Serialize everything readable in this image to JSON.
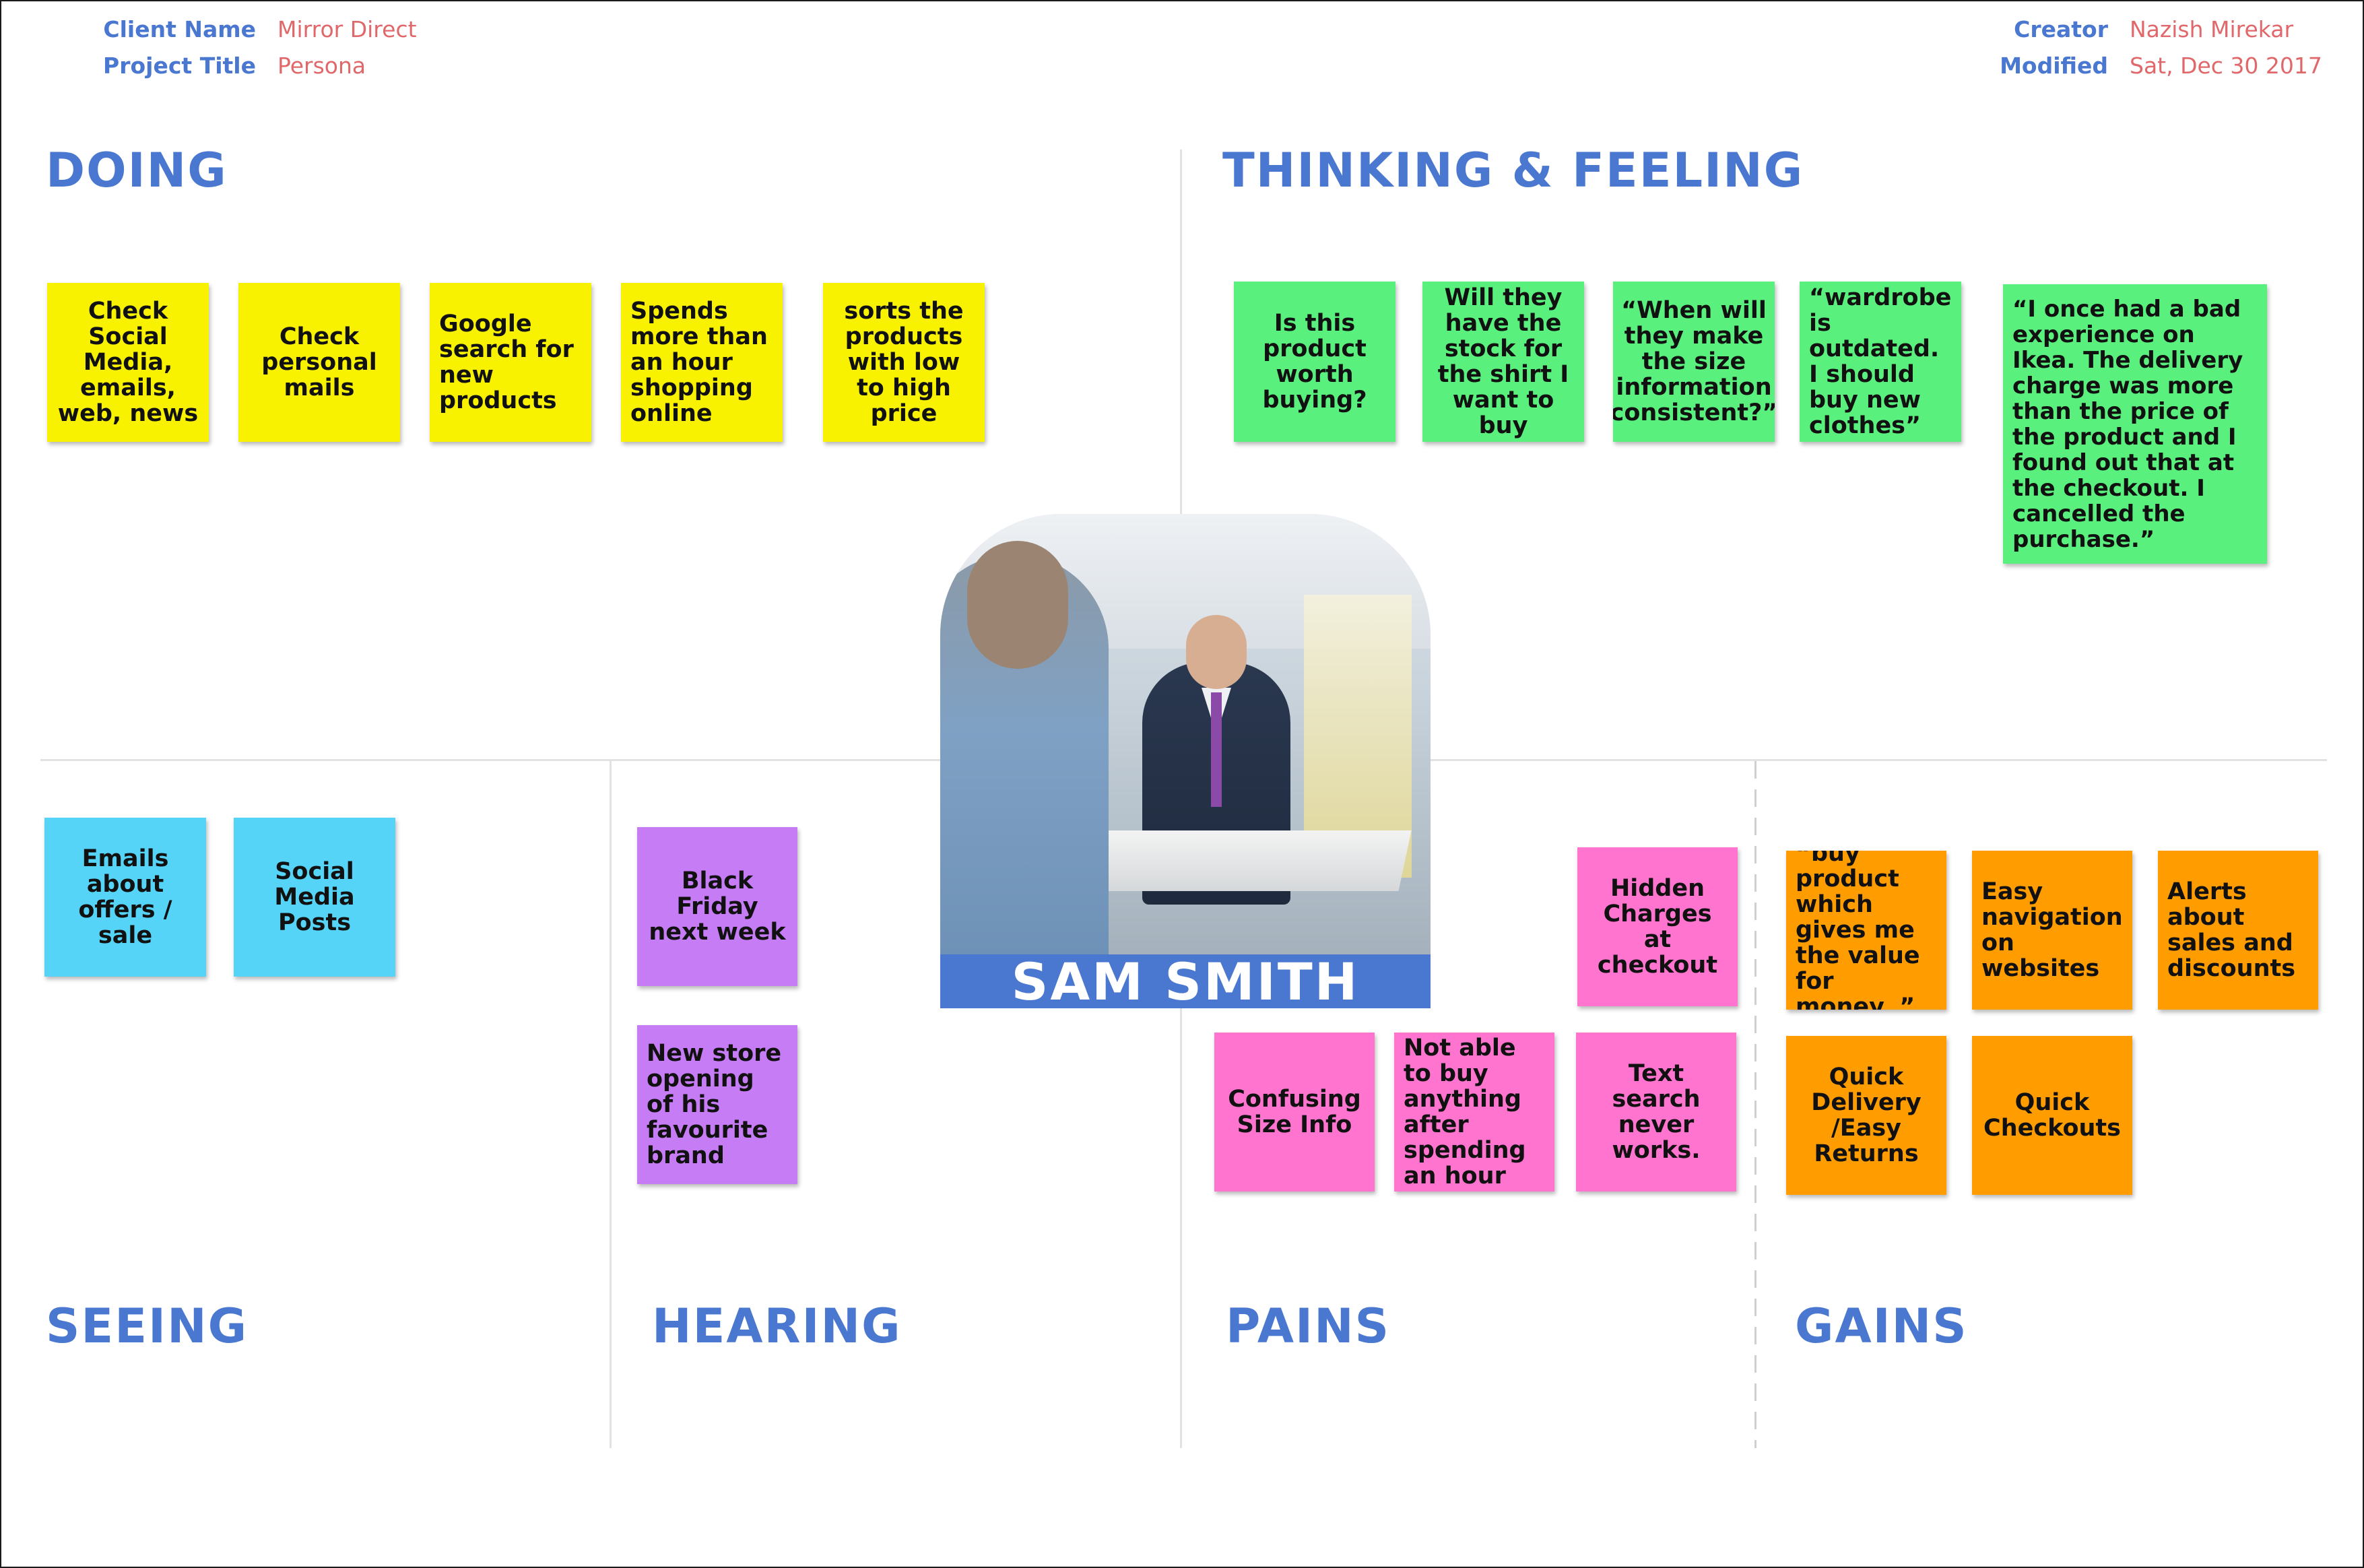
{
  "meta": {
    "client_label": "Client Name",
    "client_value": "Mirror Direct",
    "project_label": "Project Title",
    "project_value": "Persona",
    "creator_label": "Creator",
    "creator_value": "Nazish Mirekar",
    "modified_label": "Modified",
    "modified_value": "Sat, Dec 30 2017"
  },
  "sections": {
    "doing": "DOING",
    "thinking": "THINKING & FEELING",
    "seeing": "SEEING",
    "hearing": "HEARING",
    "pains": "PAINS",
    "gains": "GAINS"
  },
  "persona": {
    "name": "SAM SMITH"
  },
  "notes": {
    "doing": [
      "Check Social Media, emails, web, news",
      "Check personal mails",
      "Google search for new products",
      "Spends more than an hour shopping online",
      "sorts the products with low to high price"
    ],
    "thinking": [
      "Is this product worth buying?",
      "Will they have the stock for the shirt I want to buy",
      "“When will they make the size information consistent?”",
      "“wardrobe is outdated. I should buy new clothes”",
      "“I once had a bad experience on Ikea. The delivery charge was more than the price of the product and I found out that at the checkout. I cancelled the purchase.”"
    ],
    "seeing": [
      "Emails about offers / sale",
      "Social Media Posts"
    ],
    "hearing": [
      "Black Friday next week",
      "New store opening of his favourite brand"
    ],
    "pains": [
      "Hidden Charges at checkout",
      "Confusing Size Info",
      "Not able to buy anything after spending an hour",
      "Text search never works."
    ],
    "gains": [
      "“buy product which gives me the value for money. ”",
      "Easy navigation on websites",
      "Alerts about sales and discounts",
      "Quick Delivery /Easy Returns",
      "Quick Checkouts"
    ]
  },
  "colors": {
    "accent": "#4a78d0",
    "meta_value": "#e0686a",
    "doing_note": "#f8f200",
    "thinking_note": "#5af07e",
    "seeing_note": "#55d4f8",
    "hearing_note": "#c67cf5",
    "pains_note": "#ff74cf",
    "gains_note": "#ff9d00"
  }
}
